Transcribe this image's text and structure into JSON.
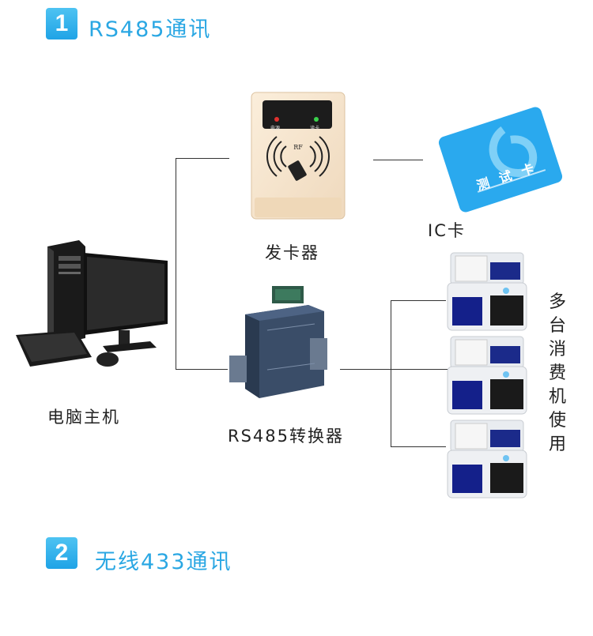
{
  "section1": {
    "number": "1",
    "title": "RS485通讯"
  },
  "section2": {
    "number": "2",
    "title": "无线433通讯"
  },
  "labels": {
    "card_issuer": "发卡器",
    "ic_card": "IC卡",
    "computer": "电脑主机",
    "converter": "RS485转换器",
    "pos_terminals": [
      "多",
      "台",
      "消",
      "费",
      "机",
      "使",
      "用"
    ]
  },
  "device_text": {
    "reader_rf": "RF",
    "reader_led_left": "电源",
    "reader_led_right": "读卡",
    "ic_card_text": "测 试 卡"
  },
  "colors": {
    "accent": "#2aa7e3",
    "badge": "#1fa3e6",
    "card": "#2aa9ee",
    "line": "#333333"
  }
}
